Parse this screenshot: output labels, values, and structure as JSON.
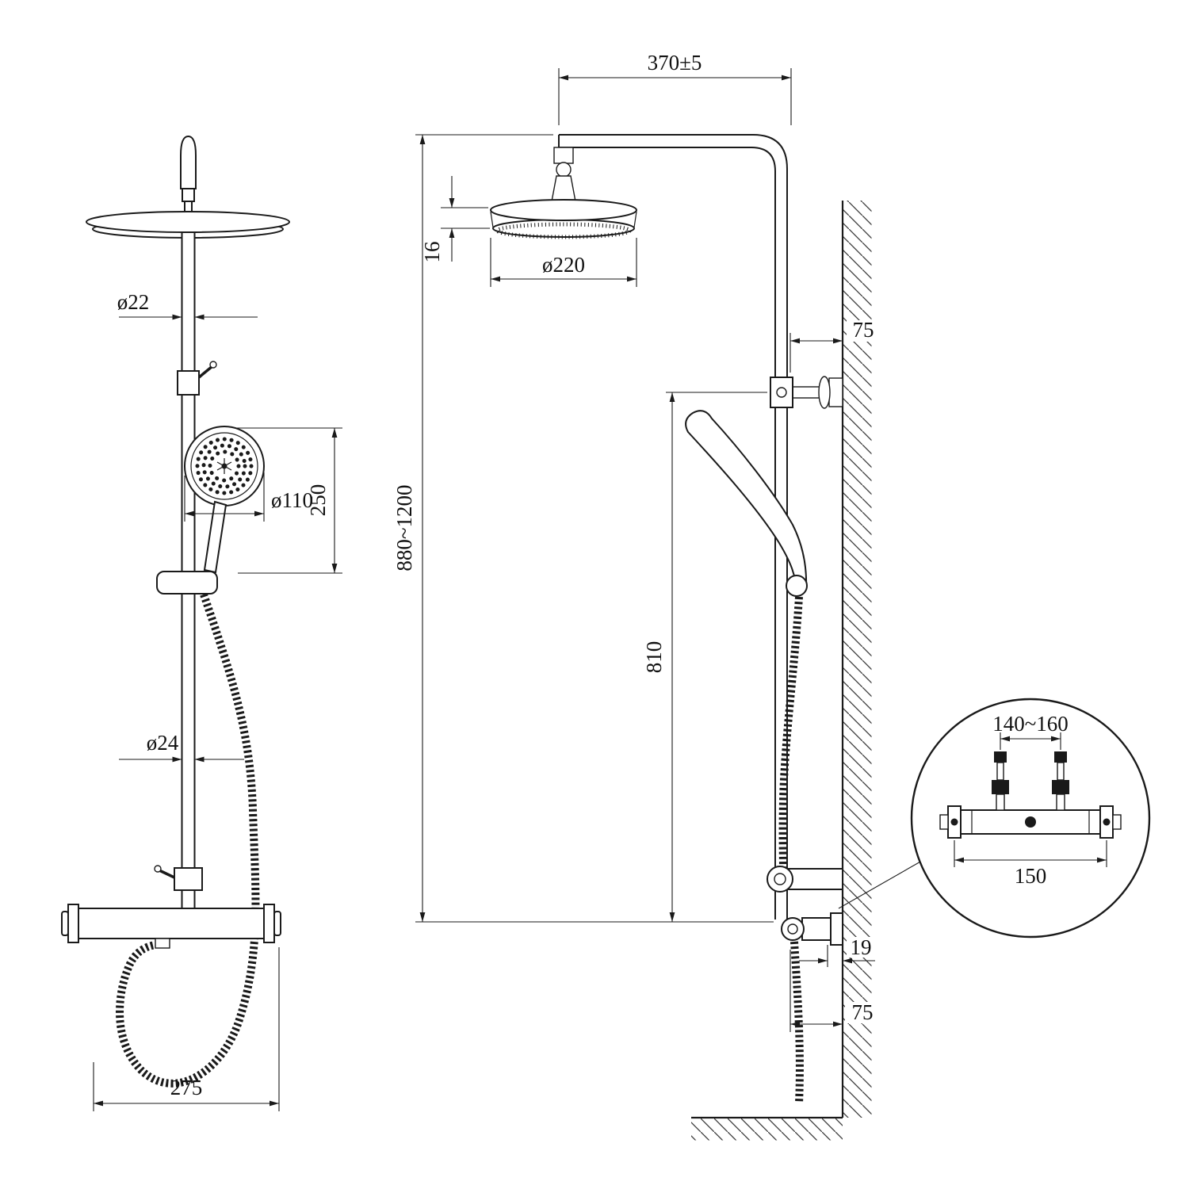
{
  "front_view": {
    "riser_diameter": "ø22",
    "hand_shower_diameter": "ø110",
    "hand_shower_drop": "250",
    "lower_riser_diameter": "ø24",
    "valve_width": "275"
  },
  "side_view": {
    "arm_length": "370±5",
    "head_thickness": "16",
    "head_diameter": "ø220",
    "upper_wall_offset": "75",
    "overall_height": "880~1200",
    "riser_drop": "810",
    "outlet_gap": "19",
    "lower_wall_offset": "75"
  },
  "valve_detail": {
    "inlet_spacing": "140~160",
    "mounting_centers": "150"
  }
}
